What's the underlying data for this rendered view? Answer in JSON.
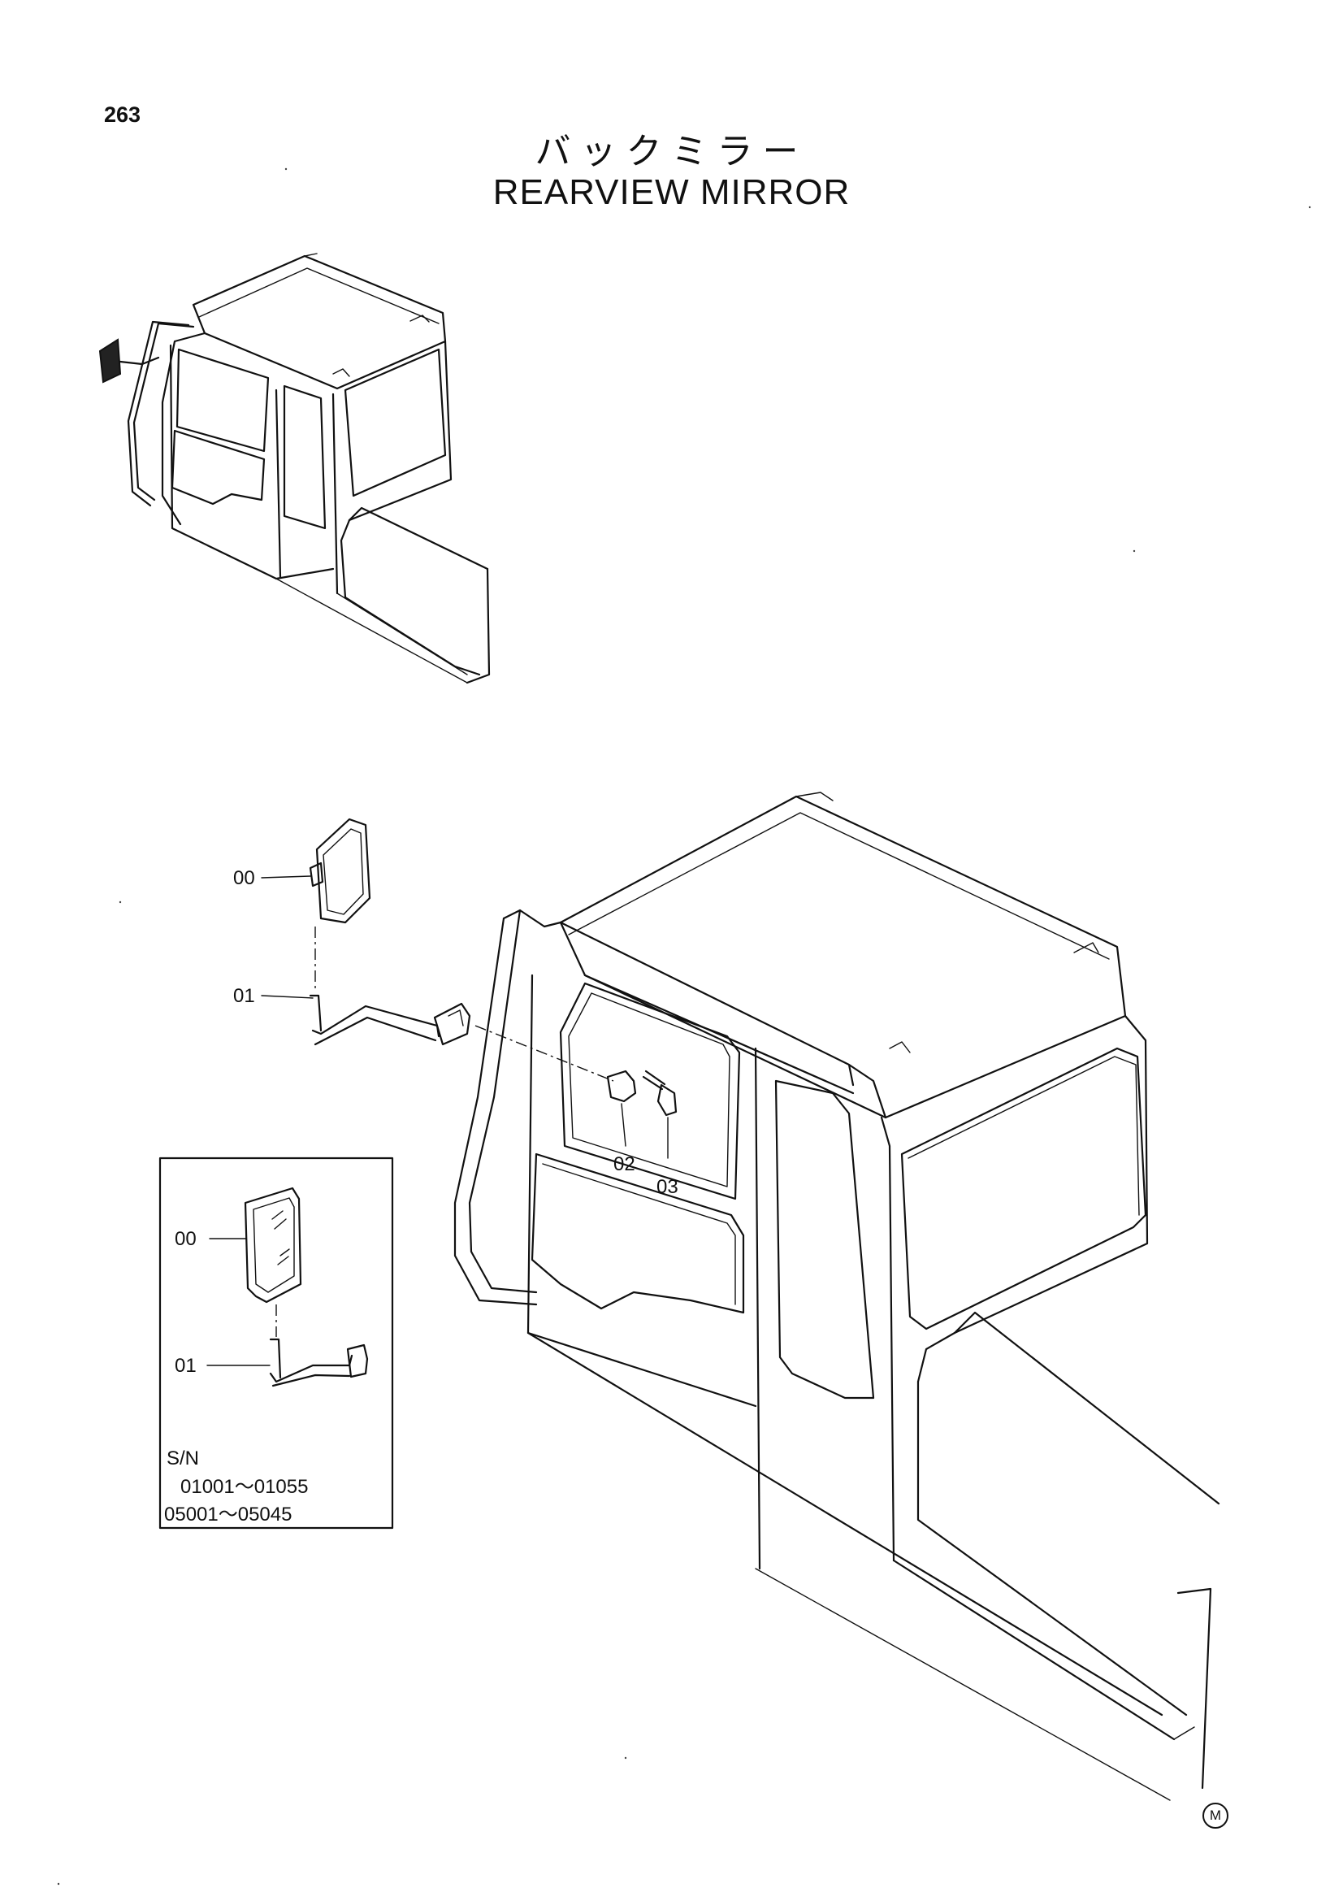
{
  "page": {
    "number": "263",
    "title_jp": "バックミラー",
    "title_en": "REARVIEW MIRROR"
  },
  "callouts": {
    "main": {
      "mirror": "00",
      "stay": "01",
      "bracket": "02",
      "bolt": "03"
    },
    "inset": {
      "mirror": "00",
      "stay": "01"
    }
  },
  "inset": {
    "sn_label": "S/N",
    "sn_range_1": "01001～01055",
    "sn_range_2": "05001～05045"
  },
  "manufacturer_mark": "M",
  "colors": {
    "line": "#111111",
    "background": "#ffffff"
  }
}
